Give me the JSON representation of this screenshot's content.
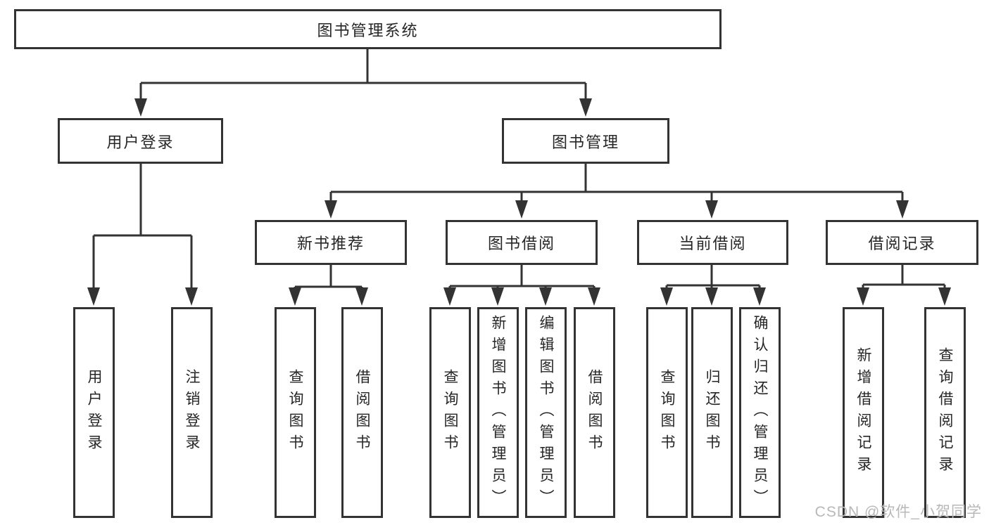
{
  "diagram_title": "图书管理系统",
  "watermark": "CSDN @软件_小贺同学",
  "colors": {
    "line": "#333333",
    "text": "#262626",
    "node_fill": "#ffffff",
    "background": "#ffffff",
    "watermark": "#b8b8b8"
  },
  "tree": {
    "root": "图书管理系统",
    "branches": [
      {
        "label": "用户登录",
        "children": [
          "用户登录",
          "注销登录"
        ]
      },
      {
        "label": "图书管理",
        "children": [
          {
            "label": "新书推荐",
            "children": [
              "查询图书",
              "借阅图书"
            ]
          },
          {
            "label": "图书借阅",
            "children": [
              "查询图书",
              "新增图书（管理员）",
              "编辑图书（管理员）",
              "借阅图书"
            ]
          },
          {
            "label": "当前借阅",
            "children": [
              "查询图书",
              "归还图书",
              "确认归还（管理员）"
            ]
          },
          {
            "label": "借阅记录",
            "children": [
              "新增借阅记录",
              "查询借阅记录"
            ]
          }
        ]
      }
    ]
  }
}
